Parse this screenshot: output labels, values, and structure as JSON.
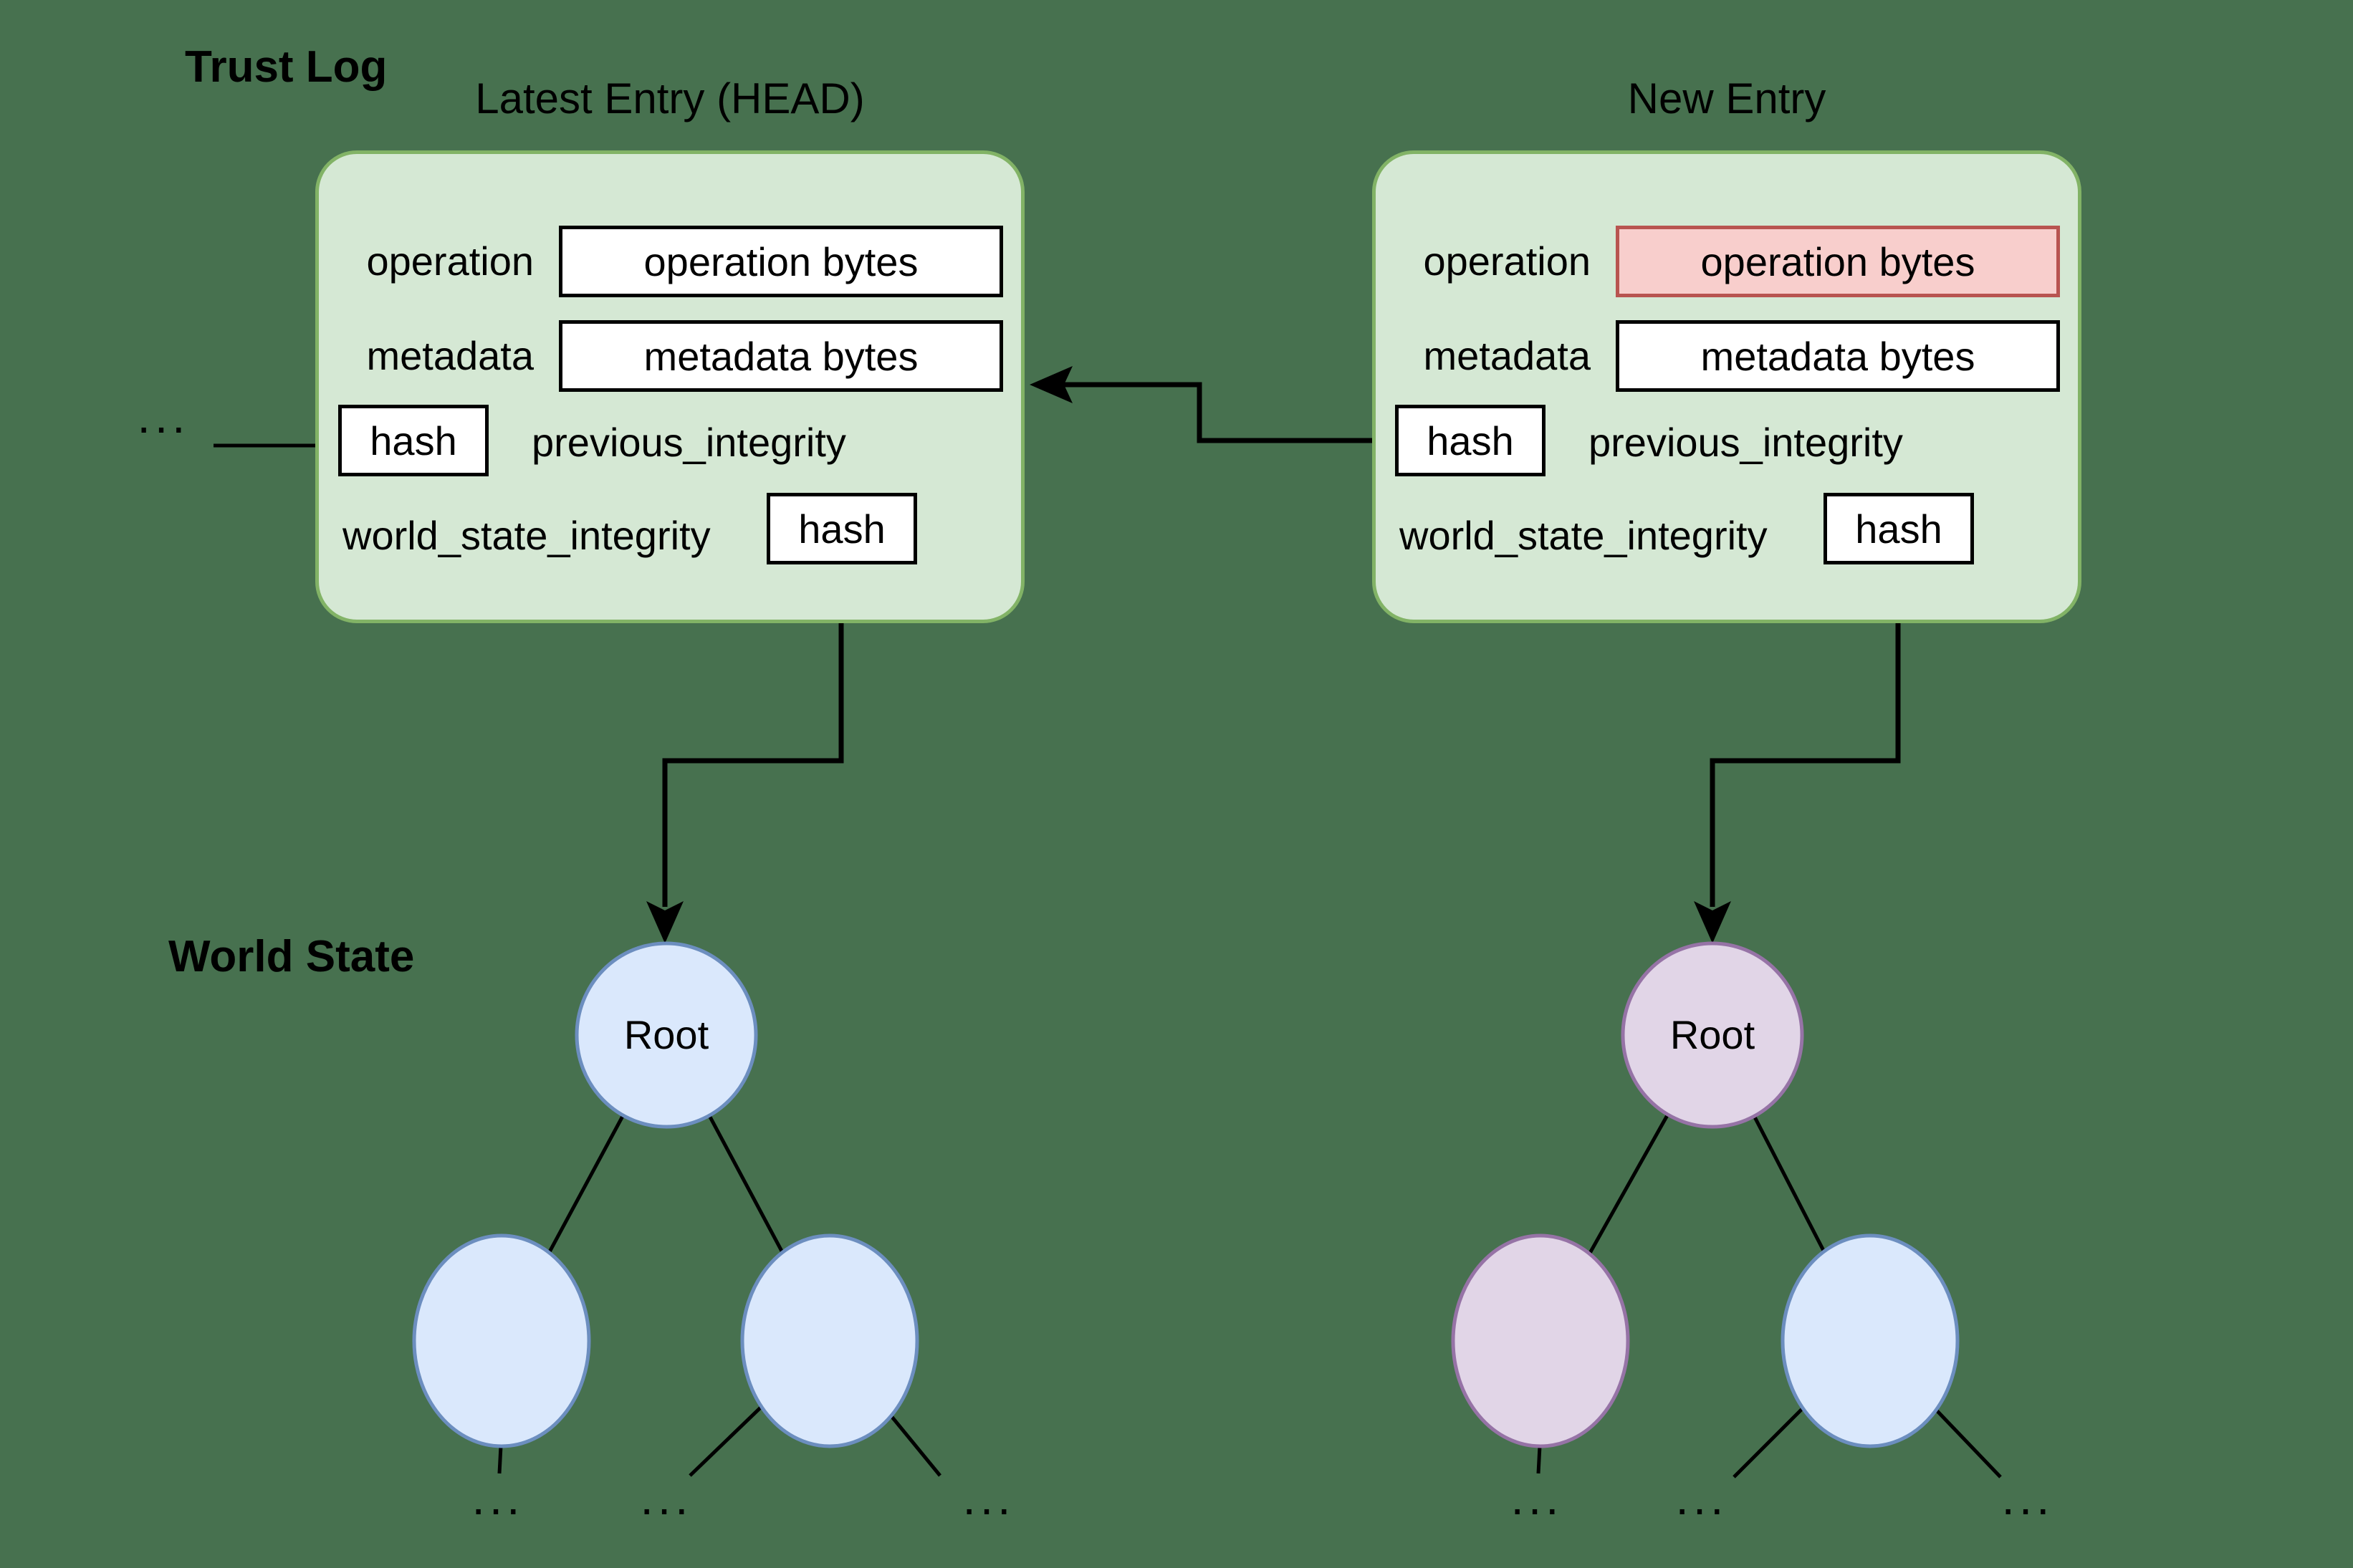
{
  "colors": {
    "canvas_background": "#47714F",
    "entry_fill": "#D5E8D4",
    "entry_stroke": "#82B366",
    "highlight_fill": "#F8CECC",
    "highlight_stroke": "#B85450",
    "node_blue_fill": "#DAE8FC",
    "node_blue_stroke": "#6C8EBF",
    "node_purple_fill": "#E1D5E7",
    "node_purple_stroke": "#9673A6",
    "line_color": "#000000",
    "box_fill": "#FFFFFF"
  },
  "trust_log": {
    "section_label": "Trust Log",
    "history_ellipsis": "...",
    "latest_entry": {
      "title": "Latest Entry (HEAD)",
      "operation_label": "operation",
      "operation_value": "operation bytes",
      "metadata_label": "metadata",
      "metadata_value": "metadata bytes",
      "previous_integrity_hash": "hash",
      "previous_integrity_label": "previous_integrity",
      "world_state_integrity_label": "world_state_integrity",
      "world_state_integrity_hash": "hash"
    },
    "new_entry": {
      "title": "New Entry",
      "operation_label": "operation",
      "operation_value": "operation bytes",
      "metadata_label": "metadata",
      "metadata_value": "metadata bytes",
      "previous_integrity_hash": "hash",
      "previous_integrity_label": "previous_integrity",
      "world_state_integrity_label": "world_state_integrity",
      "world_state_integrity_hash": "hash"
    }
  },
  "world_state": {
    "section_label": "World State",
    "left_tree": {
      "root_label": "Root",
      "leaves": [
        "...",
        "...",
        "..."
      ]
    },
    "right_tree": {
      "root_label": "Root",
      "leaves": [
        "...",
        "...",
        "..."
      ]
    }
  }
}
